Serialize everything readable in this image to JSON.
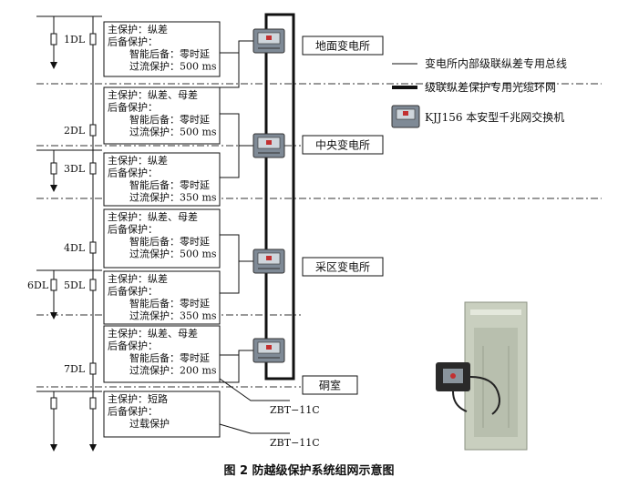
{
  "caption": "图 2   防越级保护系统组网示意图",
  "breakers": [
    "1DL",
    "2DL",
    "3DL",
    "4DL",
    "5DL",
    "6DL",
    "7DL"
  ],
  "protection_boxes": [
    {
      "lines": [
        "主保护：纵差",
        "后备保护：",
        "智能后备：零时延",
        "过流保护：500 ms"
      ]
    },
    {
      "lines": [
        "主保护：纵差、母差",
        "后备保护：",
        "智能后备：零时延",
        "过流保护：500 ms"
      ]
    },
    {
      "lines": [
        "主保护：纵差",
        "后备保护：",
        "智能后备：零时延",
        "过流保护：350 ms"
      ]
    },
    {
      "lines": [
        "主保护：纵差、母差",
        "后备保护：",
        "智能后备：零时延",
        "过流保护：500 ms"
      ]
    },
    {
      "lines": [
        "主保护：纵差",
        "后备保护：",
        "智能后备：零时延",
        "过流保护：350 ms"
      ]
    },
    {
      "lines": [
        "主保护：纵差、母差",
        "后备保护：",
        "智能后备：零时延",
        "过流保护：200 ms"
      ]
    },
    {
      "lines": [
        "主保护：短路",
        "后备保护：",
        "过载保护"
      ]
    }
  ],
  "stations": [
    "地面变电所",
    "中央变电所",
    "采区变电所",
    "硐室"
  ],
  "legend": {
    "thin_line": "变电所内部级联纵差专用总线",
    "thick_line": "级联纵差保护专用光缆环网",
    "switch": "KJJ156 本安型千兆网交换机"
  },
  "device_labels": [
    "ZBT−11C",
    "ZBT−11C"
  ],
  "colors": {
    "line": "#111111",
    "dash": "#333333",
    "switch_body": "#7f8a96",
    "switch_panel": "#c23030",
    "cabinet": "#c9cfbf"
  }
}
